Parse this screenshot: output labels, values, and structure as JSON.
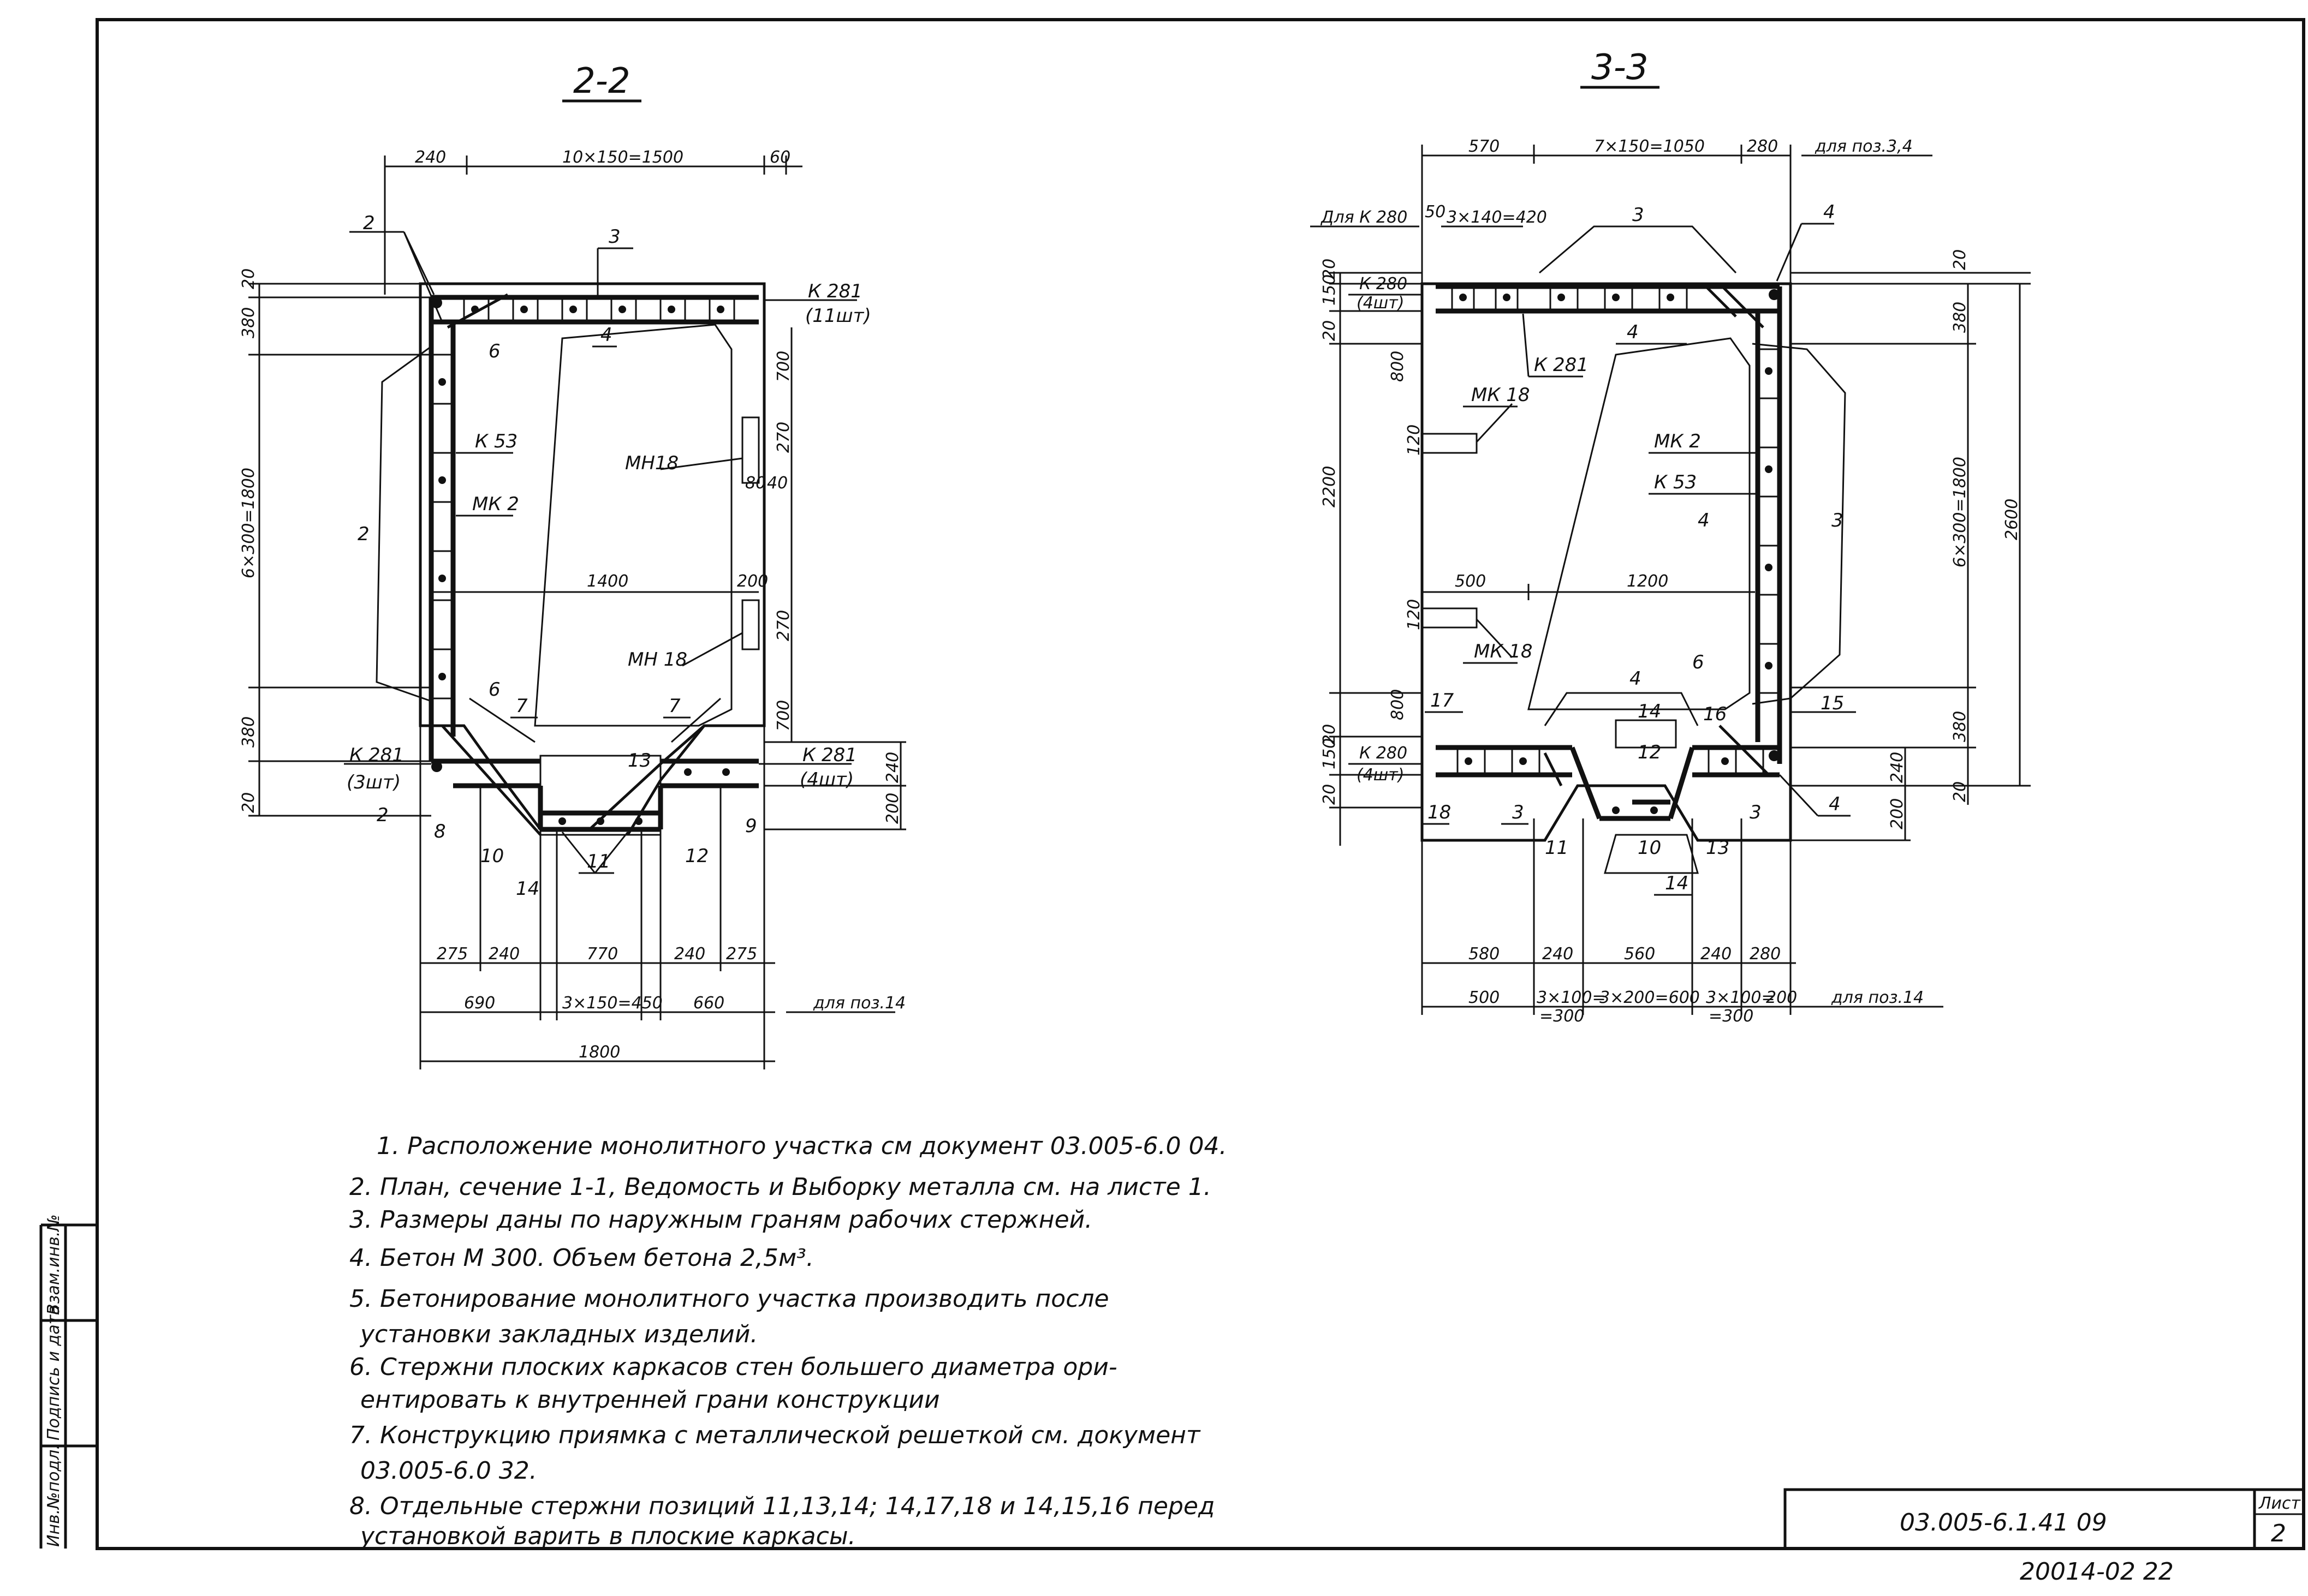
{
  "section_a": {
    "title": "2-2",
    "dims_top": [
      "240",
      "10×150=1500",
      "60"
    ],
    "dims_left": [
      "20",
      "380",
      "6×300=1800",
      "380",
      "20"
    ],
    "dims_right": [
      "700",
      "270",
      "80",
      "40",
      "200",
      "270",
      "700",
      "240",
      "200"
    ],
    "dims_bottom_1": [
      "275",
      "240",
      "770",
      "240",
      "275"
    ],
    "dims_bottom_2": [
      "690",
      "3×150=450",
      "660"
    ],
    "dim_bottom_total": "1800",
    "for_pos_label": "для поз.14",
    "inner_dims": [
      "1400"
    ],
    "labels": {
      "k281_top": "К 281",
      "k281_top_qty": "(11шт)",
      "k281_left": "К 281",
      "k281_left_qty": "(3шт)",
      "k281_right": "К 281",
      "k281_right_qty": "(4шт)",
      "k53": "К 53",
      "mk2": "МК 2",
      "mn18_a": "МН18",
      "mn18_b": "МН 18"
    },
    "positions": [
      "2",
      "3",
      "4",
      "6",
      "2",
      "6",
      "7",
      "7",
      "13",
      "2",
      "8",
      "10",
      "14",
      "11",
      "12",
      "9"
    ]
  },
  "section_b": {
    "title": "3-3",
    "dims_top": [
      "570",
      "7×150=1050",
      "280"
    ],
    "for_pos_34": "для поз.3,4",
    "for_k280": "Для К 280",
    "dims_top_small": [
      "50",
      "3×140=420"
    ],
    "dims_left": [
      "20",
      "150",
      "20",
      "800",
      "2200",
      "800",
      "20",
      "150",
      "20"
    ],
    "dims_left_small": [
      "120",
      "120"
    ],
    "dims_right": [
      "20",
      "380",
      "6×300=1800",
      "380",
      "20"
    ],
    "dim_right_total": "2600",
    "dims_right_small": [
      "240",
      "200"
    ],
    "inner_dims": [
      "500",
      "1200"
    ],
    "dims_bottom_1": [
      "580",
      "240",
      "560",
      "240",
      "280"
    ],
    "dims_bottom_2": [
      "500",
      "3×100=",
      "=300",
      "3×200=600",
      "3×100=",
      "=300",
      "200"
    ],
    "for_pos_14": "для поз.14",
    "labels": {
      "k280_top": "К 280",
      "k280_top_qty": "(4шт)",
      "k281": "К 281",
      "mk18_a": "МК 18",
      "mk18_b": "МК 18",
      "mk2": "МК 2",
      "k53": "К 53",
      "k280_bot": "К 280",
      "k280_bot_qty": "(4шт)"
    },
    "positions": [
      "3",
      "4",
      "4",
      "3",
      "4",
      "6",
      "15",
      "17",
      "14",
      "16",
      "12",
      "18",
      "3",
      "11",
      "10",
      "13",
      "3",
      "4",
      "14",
      "4"
    ]
  },
  "notes": [
    "1. Расположение монолитного участка см документ 03.005-6.0 04.",
    "2. План, сечение 1-1, Ведомость и Выборку металла см. на листе 1.",
    "3. Размеры даны по наружным граням рабочих стержней.",
    "4. Бетон М 300. Объем бетона 2,5м³.",
    "5. Бетонирование монолитного участка производить после",
    "установки закладных изделий.",
    "6. Стержни плоских каркасов стен большего диаметра ори-",
    "ентировать к внутренней грани конструкции",
    "7. Конструкцию приямка с металлической решеткой см. документ",
    "03.005-6.0 32.",
    "8. Отдельные стержни позиций 11,13,14; 14,17,18 и 14,15,16 перед",
    "установкой варить в плоские каркасы."
  ],
  "stamp": {
    "doc_code": "03.005-6.1.41 09",
    "sheet_label": "Лист",
    "sheet_number": "2",
    "archive_code": "20014-02 22"
  },
  "side_strip": [
    "Инв.№подл.",
    "Подпись и дата",
    "Взам.инв.№"
  ]
}
